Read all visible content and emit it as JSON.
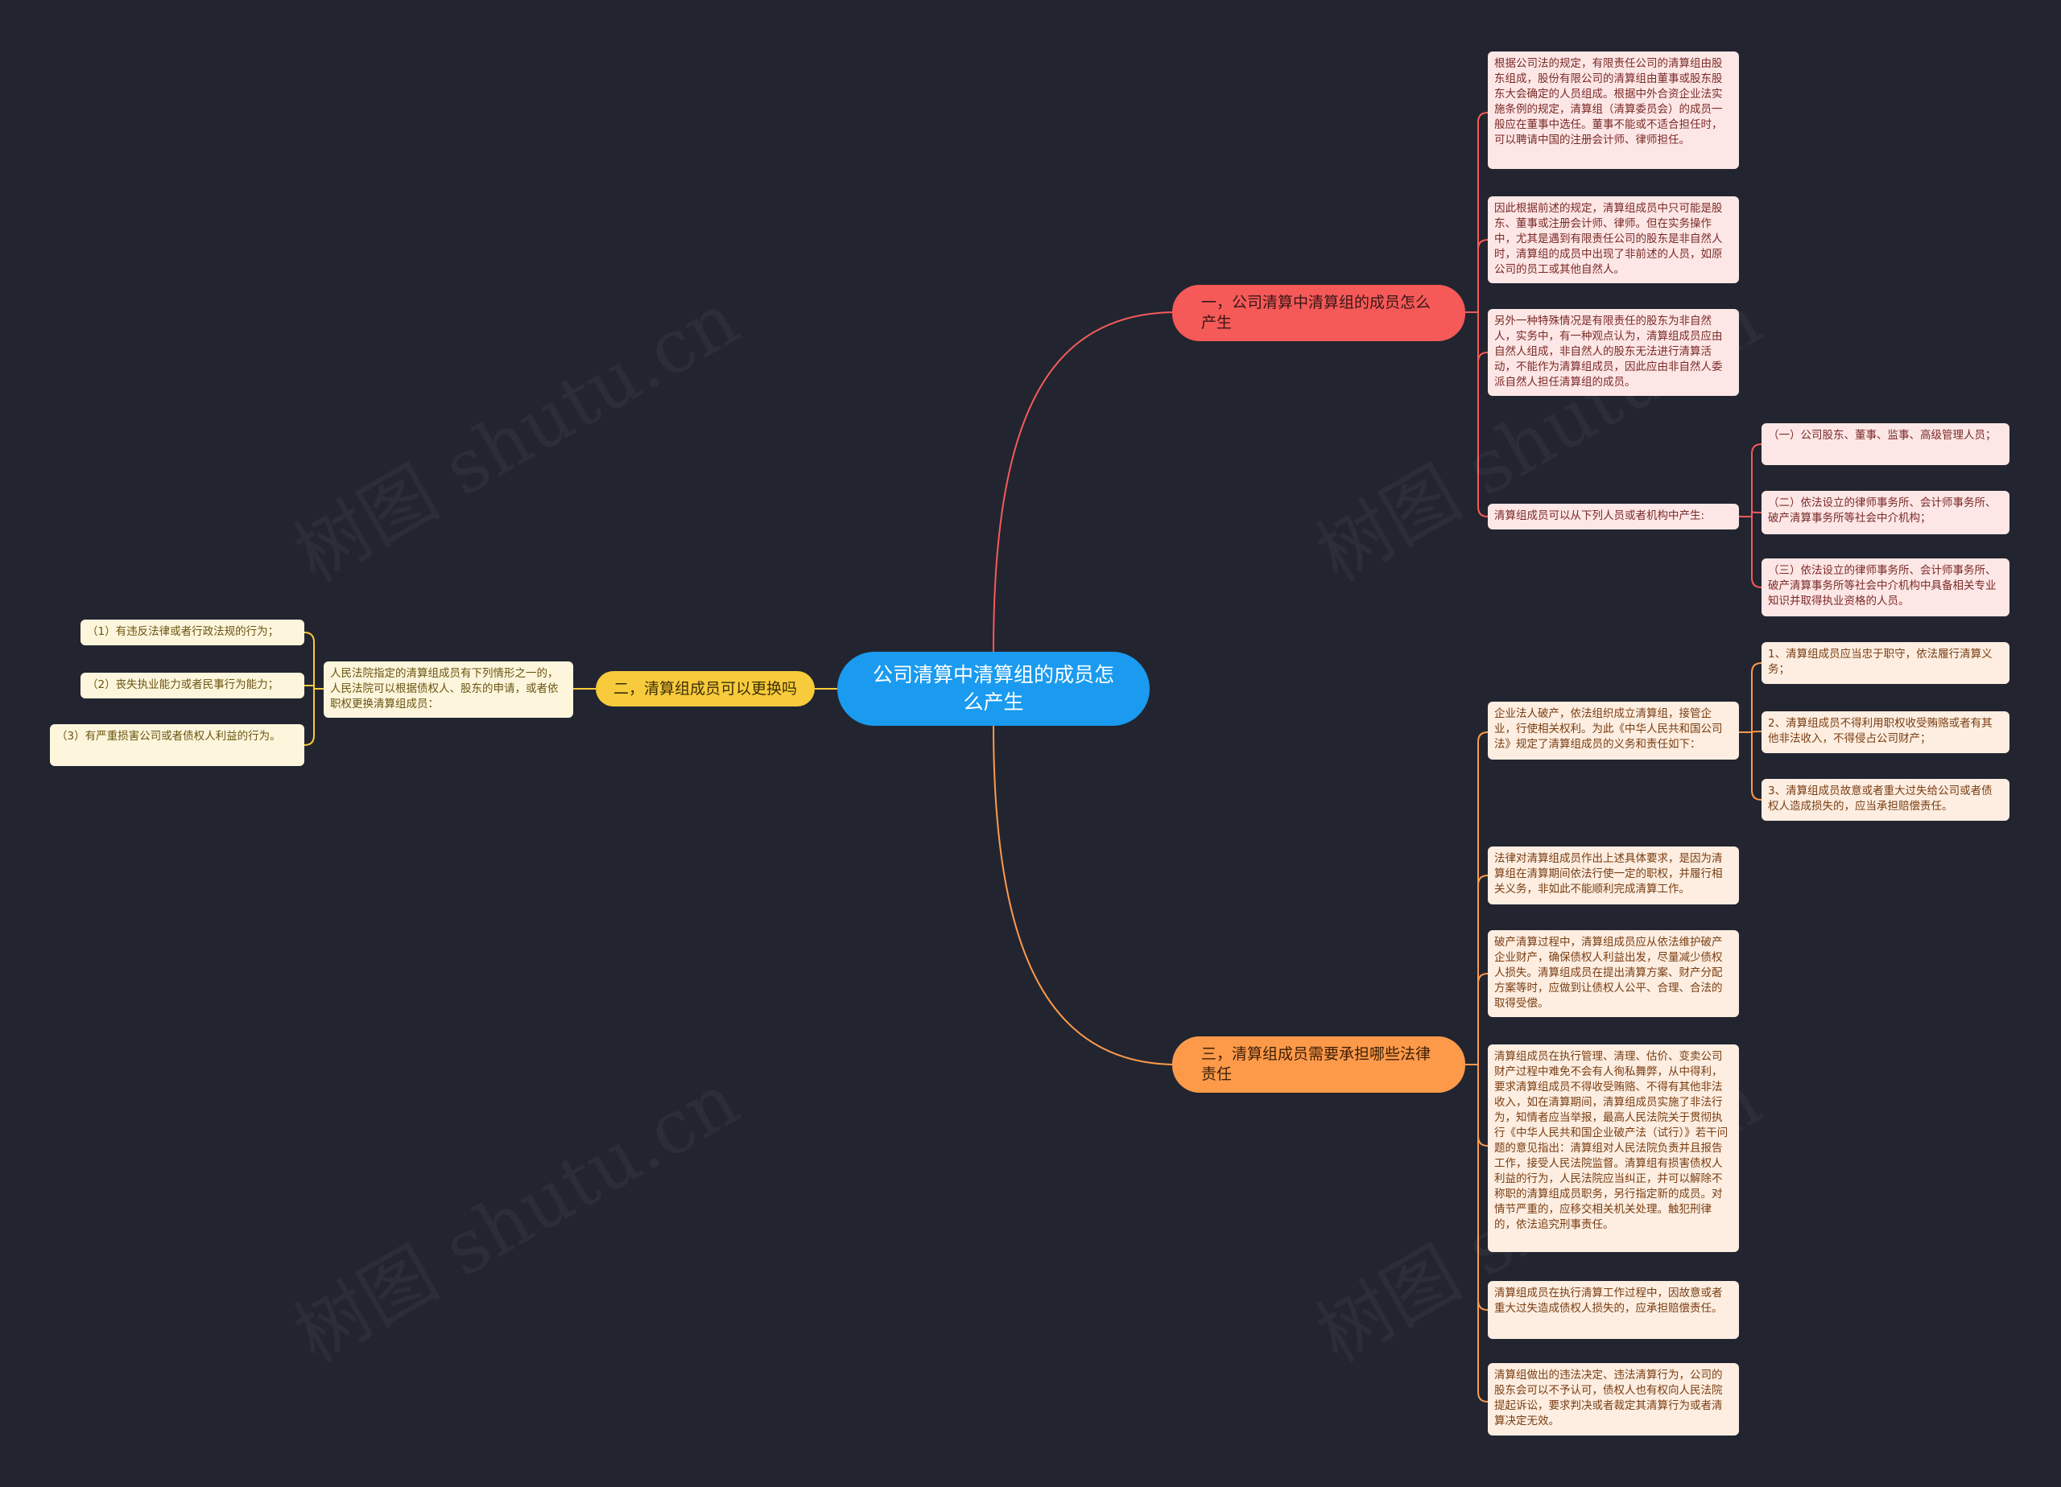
{
  "colors": {
    "background": "#222530",
    "root": "#1a9bf0",
    "branch1": "#f55a58",
    "branch2": "#f7cb3c",
    "branch3": "#fd9a4a"
  },
  "root": {
    "label": "公司清算中清算组的成员怎么产生"
  },
  "branches": [
    {
      "label": "一，公司清算中清算组的成员怎么产生",
      "children": [
        "根据公司法的规定，有限责任公司的清算组由股东组成，股份有限公司的清算组由董事或股东股东大会确定的人员组成。根据中外合资企业法实施条例的规定，清算组（清算委员会）的成员一般应在董事中选任。董事不能或不适合担任时，可以聘请中国的注册会计师、律师担任。",
        "因此根据前述的规定，清算组成员中只可能是股东、董事或注册会计师、律师。但在实务操作中，尤其是遇到有限责任公司的股东是非自然人时，清算组的成员中出现了非前述的人员，如原公司的员工或其他自然人。",
        "另外一种特殊情况是有限责任的股东为非自然人，实务中，有一种观点认为，清算组成员应由自然人组成，非自然人的股东无法进行清算活动，不能作为清算组成员，因此应由非自然人委派自然人担任清算组的成员。",
        "清算组成员可以从下列人员或者机构中产生:"
      ],
      "sub": [
        "（一）公司股东、董事、监事、高级管理人员；",
        "（二）依法设立的律师事务所、会计师事务所、破产清算事务所等社会中介机构；",
        "（三）依法设立的律师事务所、会计师事务所、破产清算事务所等社会中介机构中具备相关专业知识并取得执业资格的人员。"
      ]
    },
    {
      "label": "二，清算组成员可以更换吗",
      "child": "人民法院指定的清算组成员有下列情形之一的，人民法院可以根据债权人、股东的申请，或者依职权更换清算组成员：",
      "sub": [
        "（1）有违反法律或者行政法规的行为；",
        "（2）丧失执业能力或者民事行为能力；",
        "（3）有严重损害公司或者债权人利益的行为。"
      ]
    },
    {
      "label": "三，清算组成员需要承担哪些法律责任",
      "children": [
        "企业法人破产，依法组织成立清算组，接管企业，行使相关权利。为此《中华人民共和国公司法》规定了清算组成员的义务和责任如下：",
        "法律对清算组成员作出上述具体要求，是因为清算组在清算期间依法行使一定的职权，并履行相关义务，非如此不能顺利完成清算工作。",
        "破产清算过程中，清算组成员应从依法维护破产企业财产，确保债权人利益出发，尽量减少债权人损失。清算组成员在提出清算方案、财产分配方案等时，应做到让债权人公平、合理、合法的取得受偿。",
        "清算组成员在执行管理、清理、估价、变卖公司财产过程中难免不会有人徇私舞弊，从中得利，要求清算组成员不得收受贿赂、不得有其他非法收入，如在清算期间，清算组成员实施了非法行为，知情者应当举报，最高人民法院关于贯彻执行《中华人民共和国企业破产法（试行）》若干问题的意见指出：清算组对人民法院负责并且报告工作，接受人民法院监督。清算组有损害债权人利益的行为，人民法院应当纠正，并可以解除不称职的清算组成员职务，另行指定新的成员。对情节严重的，应移交相关机关处理。触犯刑律的，依法追究刑事责任。",
        "清算组成员在执行清算工作过程中，因故意或者重大过失造成债权人损失的，应承担赔偿责任。",
        "清算组做出的违法决定、违法清算行为，公司的股东会可以不予认可，债权人也有权向人民法院提起诉讼，要求判决或者裁定其清算行为或者清算决定无效。"
      ],
      "sub": [
        "1、清算组成员应当忠于职守，依法履行清算义务；",
        "2、清算组成员不得利用职权收受贿赂或者有其他非法收入，不得侵占公司财产；",
        "3、清算组成员故意或者重大过失给公司或者债权人造成损失的，应当承担赔偿责任。"
      ]
    }
  ],
  "watermark": "树图 shutu.cn"
}
